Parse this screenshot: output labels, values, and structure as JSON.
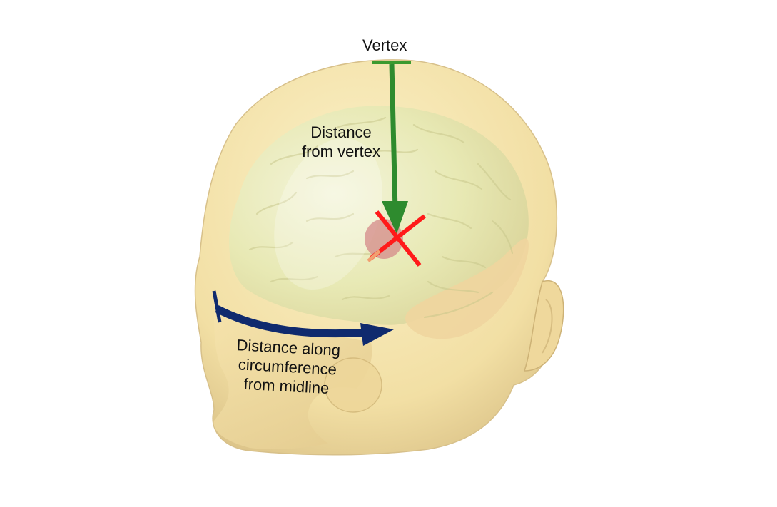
{
  "labels": {
    "vertex": "Vertex",
    "vertex_distance": [
      "Distance",
      "from vertex"
    ],
    "circumference_distance": [
      "Distance along",
      "circumference",
      "from midline"
    ]
  },
  "colors": {
    "background": "#ffffff",
    "head": "#f4e3ad",
    "head_shadow": "#dcc58a",
    "brain": "#e8ebb8",
    "vertex_arrow": "#2e8b2e",
    "circumference_arrow": "#0f2a6e",
    "target_mark": "#ff1a1a",
    "target_spot": "#d48a8a"
  },
  "icons": {
    "target": "x-mark-icon",
    "vertex_marker": "t-bar-icon"
  }
}
